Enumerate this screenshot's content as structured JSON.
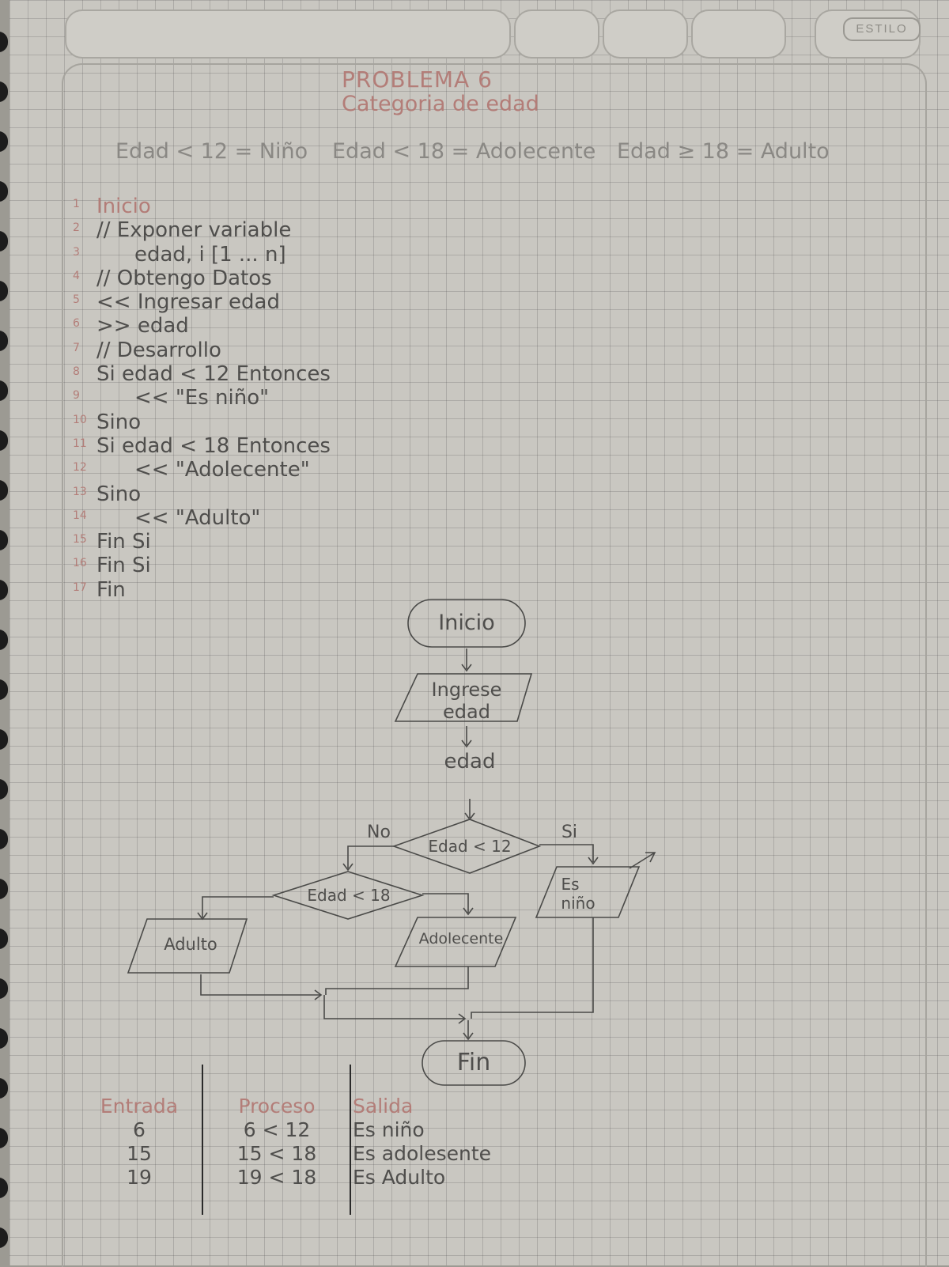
{
  "header": {
    "style_label": "ESTILO"
  },
  "title": "PROBLEMA 6",
  "subtitle": "Categoria de edad",
  "rules": [
    "Edad < 12 = Niño",
    "Edad < 18 = Adolecente",
    "Edad ≥ 18 = Adulto"
  ],
  "algorithm": [
    {
      "num": "1",
      "text": "Inicio",
      "indent": 0
    },
    {
      "num": "2",
      "text": "// Exponer variable",
      "indent": 0
    },
    {
      "num": "3",
      "text": "edad, i [1 ... n]",
      "indent": 2
    },
    {
      "num": "4",
      "text": "// Obtengo Datos",
      "indent": 0
    },
    {
      "num": "5",
      "text": "<< Ingresar edad",
      "indent": 0
    },
    {
      "num": "6",
      "text": ">> edad",
      "indent": 0
    },
    {
      "num": "7",
      "text": "// Desarrollo",
      "indent": 0
    },
    {
      "num": "8",
      "text": "Si edad < 12 Entonces",
      "indent": 0
    },
    {
      "num": "9",
      "text": "<< \"Es niño\"",
      "indent": 2
    },
    {
      "num": "10",
      "text": "Sino",
      "indent": 0
    },
    {
      "num": "11",
      "text": "Si edad < 18 Entonces",
      "indent": 0
    },
    {
      "num": "12",
      "text": "<< \"Adolecente\"",
      "indent": 2
    },
    {
      "num": "13",
      "text": "Sino",
      "indent": 0
    },
    {
      "num": "14",
      "text": "<< \"Adulto\"",
      "indent": 2
    },
    {
      "num": "15",
      "text": "Fin Si",
      "indent": 0
    },
    {
      "num": "16",
      "text": "Fin Si",
      "indent": 0
    },
    {
      "num": "17",
      "text": "Fin",
      "indent": 0
    }
  ],
  "flowchart": {
    "start": "Inicio",
    "input_line1": "Ingrese",
    "input_line2": "edad",
    "read": "edad",
    "decision1": "Edad < 12",
    "decision1_no": "No",
    "decision1_yes": "Si",
    "decision2": "Edad < 18",
    "out_nino_line1": "Es",
    "out_nino_line2": "niño",
    "out_adolecente": "Adolecente",
    "out_adulto": "Adulto",
    "end": "Fin"
  },
  "table": {
    "headers": [
      "Entrada",
      "Proceso",
      "Salida"
    ],
    "rows": [
      [
        "6",
        "6 < 12",
        "Es niño"
      ],
      [
        "15",
        "15 < 18",
        "Es adolesente"
      ],
      [
        "19",
        "19 < 18",
        "Es Adulto"
      ]
    ]
  }
}
